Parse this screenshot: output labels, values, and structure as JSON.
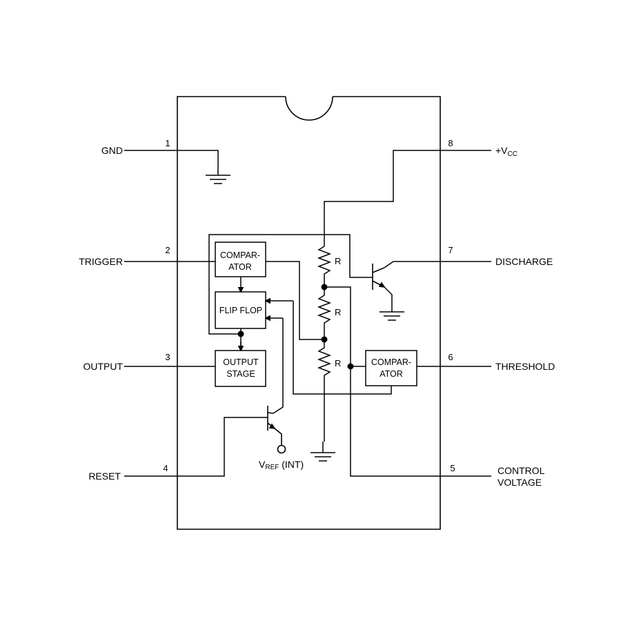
{
  "pins": {
    "p1": {
      "number": "1",
      "name": "GND"
    },
    "p2": {
      "number": "2",
      "name": "TRIGGER"
    },
    "p3": {
      "number": "3",
      "name": "OUTPUT"
    },
    "p4": {
      "number": "4",
      "name": "RESET"
    },
    "p5": {
      "number": "5",
      "name_line1": "CONTROL",
      "name_line2": "VOLTAGE"
    },
    "p6": {
      "number": "6",
      "name": "THRESHOLD"
    },
    "p7": {
      "number": "7",
      "name": "DISCHARGE"
    },
    "p8": {
      "number": "8",
      "name_main": "+V",
      "name_sub": "CC"
    }
  },
  "blocks": {
    "comparator_trigger": {
      "line1": "COMPAR-",
      "line2": "ATOR"
    },
    "flip_flop": {
      "label": "FLIP FLOP"
    },
    "output_stage": {
      "line1": "OUTPUT",
      "line2": "STAGE"
    },
    "comparator_threshold": {
      "line1": "COMPAR-",
      "line2": "ATOR"
    }
  },
  "resistors": {
    "r1": "R",
    "r2": "R",
    "r3": "R"
  },
  "vref": {
    "main": "V",
    "sub": "REF",
    "suffix": " (INT)"
  }
}
